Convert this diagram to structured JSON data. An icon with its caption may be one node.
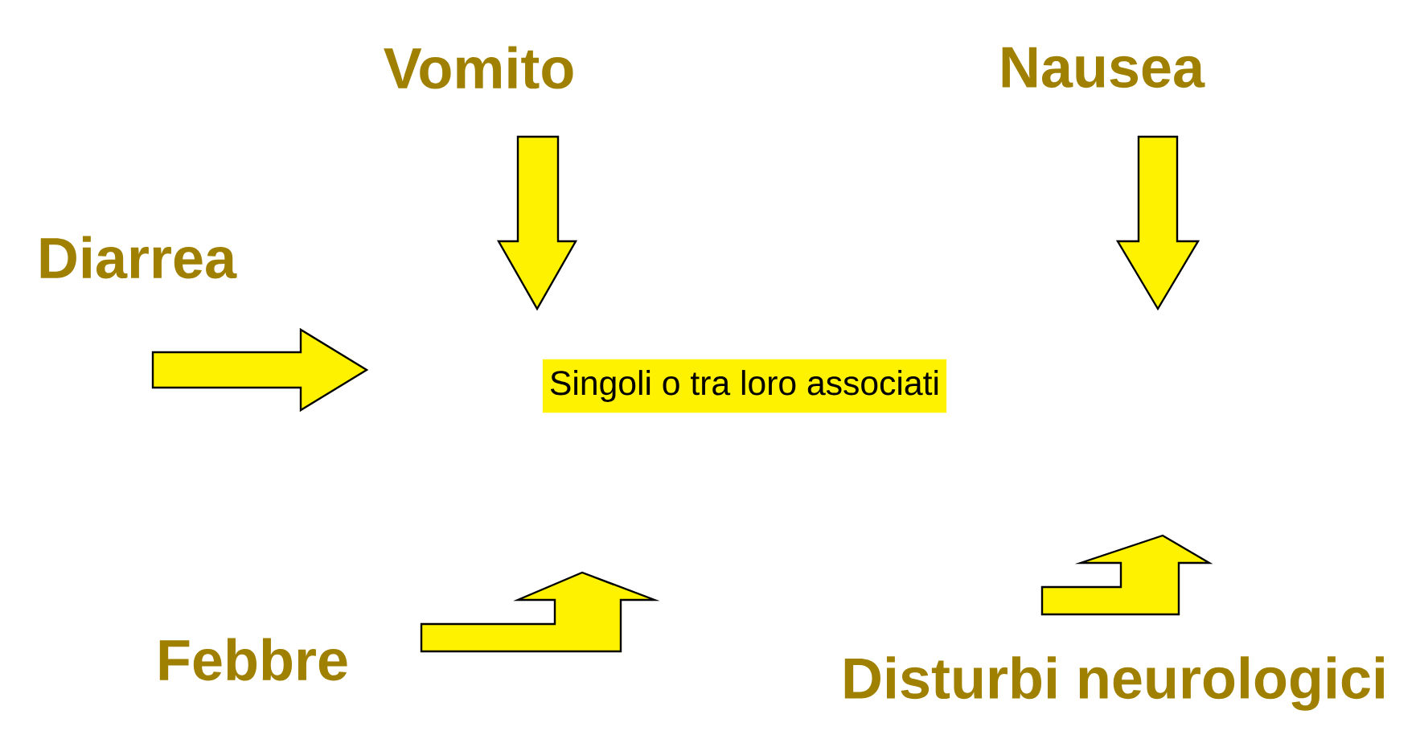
{
  "diagram": {
    "nodes": [
      {
        "text": [
          "Vomito"
        ]
      },
      {
        "text": [
          "Nausea"
        ]
      },
      {
        "text": [
          "Diarrea"
        ]
      },
      {
        "text": [
          "Singoli o tra loro associati"
        ]
      },
      {
        "text": [
          "Febbre"
        ]
      },
      {
        "text": [
          "Disturbi neurologici"
        ]
      }
    ],
    "edges": [
      {
        "from": 0,
        "to": 3,
        "arrow": "to"
      },
      {
        "from": 4,
        "to": 3,
        "arrow": "to"
      },
      {
        "from": 5,
        "to": null,
        "arrow": "to"
      }
    ]
  }
}
